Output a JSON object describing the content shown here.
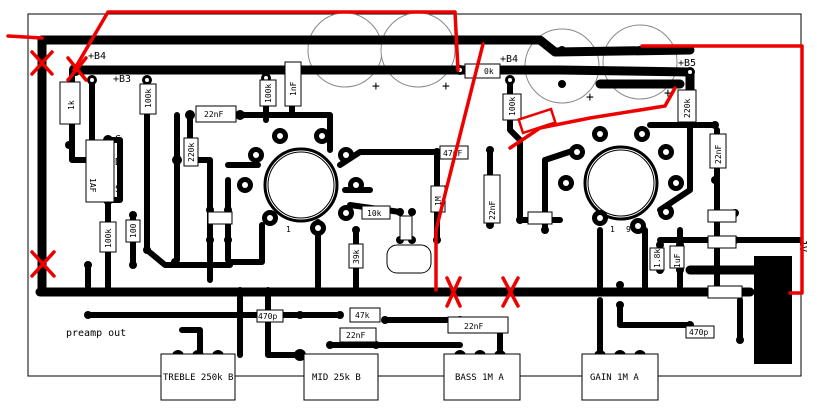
{
  "rails": {
    "b4_left": "+B4",
    "b3": "+B3",
    "b4_right": "+B4",
    "b5": "+B5"
  },
  "components": {
    "r_1k_left": "1k",
    "r_100k_b3": "100k",
    "r_100k_top": "100k",
    "c_1nf": "1nF",
    "c_22nf_top_left": "22nF",
    "c_220k_vertical": "220k",
    "r_0k_top": "0k",
    "r_100k_mid": "100k",
    "r_220k_right": "220k",
    "c_22nf_right_vertical": "22nF",
    "c_47nf_mid": "47nF",
    "r_1m_mid": "1M",
    "r_10k": "10k",
    "c_22nf_mid_vertical": "22nF",
    "r_100k_lower_left": "100k",
    "r_100_lower": "100",
    "r_39k": "39k",
    "r_47k_bottom": "47k",
    "c_22nf_bottom_left": "22nF",
    "c_22nf_bottom_right": "22nF",
    "c_470p_left": "470p",
    "c_470p_right": "470p",
    "r_1_8k": "1.8k",
    "c_1uf": "1uF",
    "jfet_label": "1AF",
    "jfet_pin_g": "G",
    "jfet_pin_d": "D",
    "jfet_pin_s": "S",
    "tube_pin_1_left": "1",
    "tube_pin_1_right": "1",
    "tube_pin_9": "9",
    "power_1v": "1V",
    "preamp_out": "preamp out"
  },
  "pots": {
    "treble": "TREBLE 250k B",
    "mid": "MID 25k B",
    "bass": "BASS 1M A",
    "gain": "GAIN 1M A"
  },
  "colors": {
    "trace": "#000000",
    "modification": "#ee0000",
    "board": "#ffffff"
  }
}
